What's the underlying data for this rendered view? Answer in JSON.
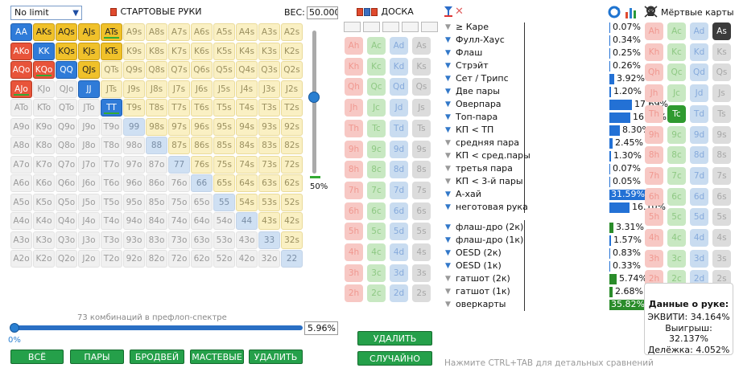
{
  "top": {
    "limit_select": "No limit",
    "starting_hands_title": "СТАРТОВЫЕ РУКИ",
    "weight_label": "ВЕС:",
    "weight_value": "50.000",
    "board_title": "ДОСКА",
    "dead_cards_title": "Мёртвые карты"
  },
  "grid": {
    "rows": [
      [
        "AA",
        "AKs",
        "AQs",
        "AJs",
        "ATs",
        "A9s",
        "A8s",
        "A7s",
        "A6s",
        "A5s",
        "A4s",
        "A3s",
        "A2s"
      ],
      [
        "AKo",
        "KK",
        "KQs",
        "KJs",
        "KTs",
        "K9s",
        "K8s",
        "K7s",
        "K6s",
        "K5s",
        "K4s",
        "K3s",
        "K2s"
      ],
      [
        "AQo",
        "KQo",
        "QQ",
        "QJs",
        "QTs",
        "Q9s",
        "Q8s",
        "Q7s",
        "Q6s",
        "Q5s",
        "Q4s",
        "Q3s",
        "Q2s"
      ],
      [
        "AJo",
        "KJo",
        "QJo",
        "JJ",
        "JTs",
        "J9s",
        "J8s",
        "J7s",
        "J6s",
        "J5s",
        "J4s",
        "J3s",
        "J2s"
      ],
      [
        "ATo",
        "KTo",
        "QTo",
        "JTo",
        "TT",
        "T9s",
        "T8s",
        "T7s",
        "T6s",
        "T5s",
        "T4s",
        "T3s",
        "T2s"
      ],
      [
        "A9o",
        "K9o",
        "Q9o",
        "J9o",
        "T9o",
        "99",
        "98s",
        "97s",
        "96s",
        "95s",
        "94s",
        "93s",
        "92s"
      ],
      [
        "A8o",
        "K8o",
        "Q8o",
        "J8o",
        "T8o",
        "98o",
        "88",
        "87s",
        "86s",
        "85s",
        "84s",
        "83s",
        "82s"
      ],
      [
        "A7o",
        "K7o",
        "Q7o",
        "J7o",
        "T7o",
        "97o",
        "87o",
        "77",
        "76s",
        "75s",
        "74s",
        "73s",
        "72s"
      ],
      [
        "A6o",
        "K6o",
        "Q6o",
        "J6o",
        "T6o",
        "96o",
        "86o",
        "76o",
        "66",
        "65s",
        "64s",
        "63s",
        "62s"
      ],
      [
        "A5o",
        "K5o",
        "Q5o",
        "J5o",
        "T5o",
        "95o",
        "85o",
        "75o",
        "65o",
        "55",
        "54s",
        "53s",
        "52s"
      ],
      [
        "A4o",
        "K4o",
        "Q4o",
        "J4o",
        "T4o",
        "94o",
        "84o",
        "74o",
        "64o",
        "54o",
        "44",
        "43s",
        "42s"
      ],
      [
        "A3o",
        "K3o",
        "Q3o",
        "J3o",
        "T3o",
        "93o",
        "83o",
        "73o",
        "63o",
        "53o",
        "43o",
        "33",
        "32s"
      ],
      [
        "A2o",
        "K2o",
        "Q2o",
        "J2o",
        "T2o",
        "92o",
        "82o",
        "72o",
        "62o",
        "52o",
        "42o",
        "32o",
        "22"
      ]
    ],
    "selected": [
      "AA",
      "AKs",
      "AQs",
      "AJs",
      "ATs",
      "AKo",
      "KK",
      "KQs",
      "KJs",
      "KTs",
      "AQo",
      "KQo",
      "QQ",
      "QJs",
      "AJo",
      "JJ",
      "TT"
    ],
    "weighted": [
      "ATs",
      "KQo",
      "AJo",
      "TT"
    ]
  },
  "range": {
    "vertical_pct": "50%",
    "combos_text": "73 комбинаций в префлоп-спектре",
    "percent_value": "5.96%",
    "zero_label": "0%"
  },
  "buttons": {
    "all": "ВСЁ",
    "pairs": "ПАРЫ",
    "broadway": "БРОДВЕЙ",
    "suited": "МАСТЕВЫЕ",
    "delete": "УДАЛИТЬ",
    "board_delete": "УДАЛИТЬ",
    "board_random": "СЛУЧАЙНО"
  },
  "board_ranks": [
    "A",
    "K",
    "Q",
    "J",
    "T",
    "9",
    "8",
    "7",
    "6",
    "5",
    "4",
    "3",
    "2"
  ],
  "board_suits": [
    "h",
    "c",
    "d",
    "s"
  ],
  "dead_selected": [
    "Tc",
    "As"
  ],
  "stats": {
    "made": [
      {
        "label": "≥ Каре",
        "value": "0.07%",
        "pct": 0.07
      },
      {
        "label": "Фулл-Хаус",
        "value": "0.34%",
        "pct": 0.34
      },
      {
        "label": "Флаш",
        "value": "0.25%",
        "pct": 0.25
      },
      {
        "label": "Стрэйт",
        "value": "0.26%",
        "pct": 0.26
      },
      {
        "label": "Сет / Трипс",
        "value": "3.92%",
        "pct": 3.92
      },
      {
        "label": "Две пары",
        "value": "1.20%",
        "pct": 1.2
      },
      {
        "label": "Оверпара",
        "value": "17.69%",
        "pct": 17.69
      },
      {
        "label": "Топ-пара",
        "value": "16.40%",
        "pct": 16.4
      },
      {
        "label": "КП < ТП",
        "value": "8.30%",
        "pct": 8.3
      },
      {
        "label": "средняя пара",
        "value": "2.45%",
        "pct": 2.45
      },
      {
        "label": "КП < сред.пары",
        "value": "1.30%",
        "pct": 1.3
      },
      {
        "label": "третья пара",
        "value": "0.07%",
        "pct": 0.07
      },
      {
        "label": "КП < 3-й пары",
        "value": "0.05%",
        "pct": 0.05
      },
      {
        "label": "А-хай",
        "value": "31.59%",
        "pct": 31.59
      },
      {
        "label": "неготовая рука",
        "value": "16.10%",
        "pct": 16.1
      }
    ],
    "draws": [
      {
        "label": "флаш-дро (2к)",
        "value": "3.31%",
        "pct": 3.31
      },
      {
        "label": "флаш-дро (1к)",
        "value": "1.57%",
        "pct": 1.57
      },
      {
        "label": "OESD (2к)",
        "value": "0.83%",
        "pct": 0.83
      },
      {
        "label": "OESD (1к)",
        "value": "0.33%",
        "pct": 0.33
      },
      {
        "label": "гатшот (2к)",
        "value": "5.74%",
        "pct": 5.74
      },
      {
        "label": "гатшот (1к)",
        "value": "2.68%",
        "pct": 2.68
      },
      {
        "label": "оверкарты",
        "value": "35.82%",
        "pct": 35.82
      }
    ]
  },
  "hint": "Нажмите CTRL+TAB для детальных сравнений",
  "hand_data": {
    "title": "Данные о руке:",
    "equity": "ЭКВИТИ: 34.164%",
    "wins": "Выигрыш: 32.137%",
    "split": "Делёжка: 4.052%"
  },
  "colors": {
    "pair_selected": "#2f7bd8",
    "suited_selected": "#f0c12a",
    "offsuit_selected": "#e8543a",
    "button_green": "#25a04a",
    "bar_blue": "#2371d5",
    "bar_green": "#2a8c2a"
  }
}
